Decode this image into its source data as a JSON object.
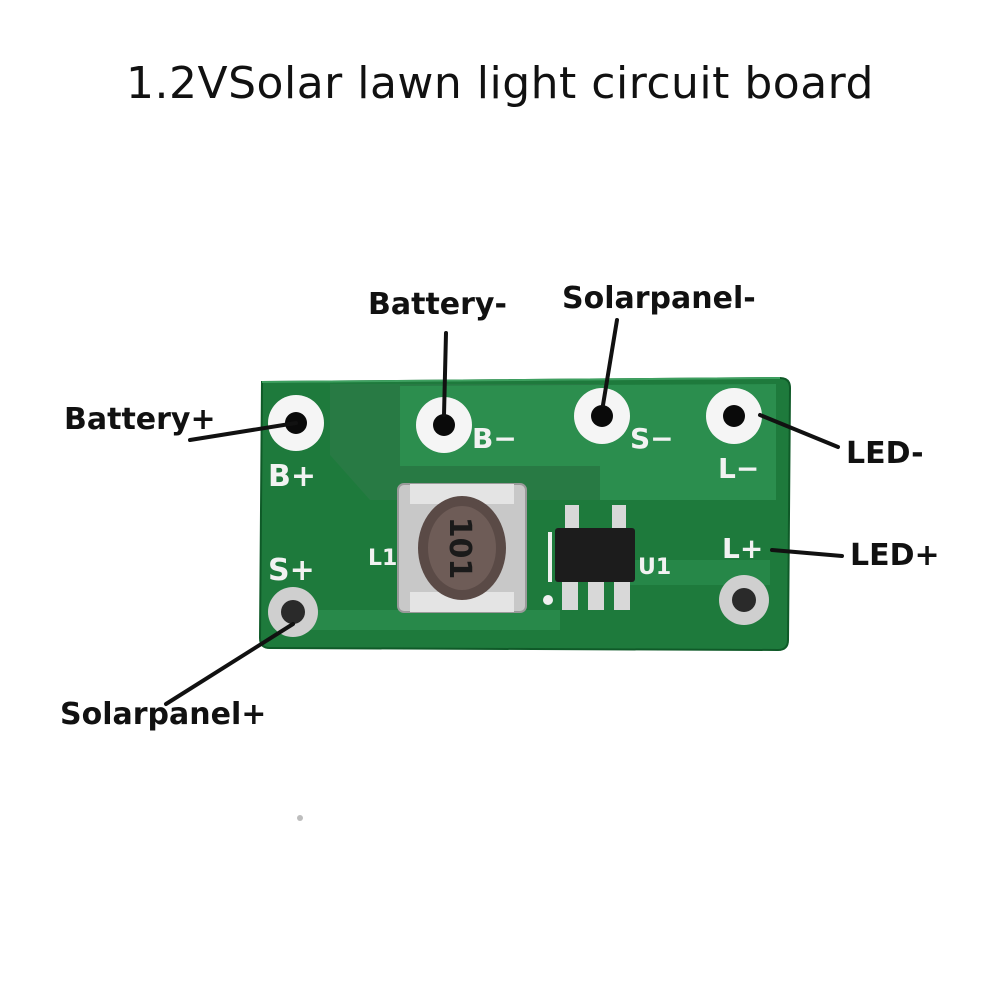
{
  "title": "1.2VSolar lawn light circuit board",
  "labels": {
    "battery_plus": "Battery+",
    "battery_minus": "Battery-",
    "solar_minus": "Solarpanel-",
    "solar_plus": "Solarpanel+",
    "led_minus": "LED-",
    "led_plus": "LED+"
  },
  "silkscreen": {
    "b_plus": "B+",
    "b_minus": "B−",
    "s_minus": "S−",
    "l_minus": "L−",
    "s_plus": "S+",
    "l_plus": "L+",
    "l1": "L1",
    "u1": "U1",
    "inductor_marking": "101"
  },
  "colors": {
    "background": "#ffffff",
    "pcb_green": "#1e7a3c",
    "copper_pour": "#2a8a47",
    "silkscreen": "#f2f2f2",
    "pad_silver": "#d9d9d9",
    "inductor_body": "#5a4a46",
    "ic_body": "#1c1c1c"
  }
}
